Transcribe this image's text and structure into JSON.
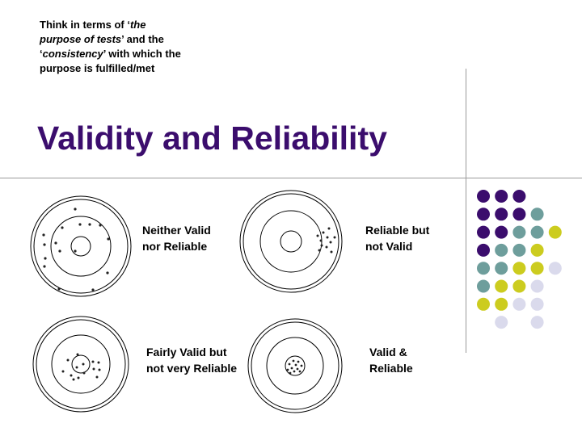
{
  "note": {
    "p1": "Think in terms of ‘",
    "em1": "the purpose of tests",
    "p2": "’ and the ‘",
    "em2": "consistency",
    "p3": "’ with which the purpose is fulfilled/met"
  },
  "title": "Validity and Reliability",
  "labels": {
    "neither": "Neither Valid nor Reliable",
    "reliable_not_valid": "Reliable but not Valid",
    "fairly_valid": "Fairly Valid but not very Reliable",
    "valid_reliable": "Valid & Reliable"
  },
  "colors": {
    "title": "#3b0d6d",
    "purple": "#3b0d6d",
    "teal": "#6e9e9c",
    "yellow": "#cccc1f",
    "lavender": "#dadaec",
    "rule": "#9a9a9a"
  },
  "decor_dots": [
    [
      "purple",
      "purple",
      "purple",
      null,
      null
    ],
    [
      "purple",
      "purple",
      "purple",
      "teal",
      null
    ],
    [
      "purple",
      "purple",
      "teal",
      "teal",
      "yellow"
    ],
    [
      "purple",
      "teal",
      "teal",
      "yellow",
      null
    ],
    [
      "teal",
      "teal",
      "yellow",
      "yellow",
      "lavender"
    ],
    [
      "teal",
      "yellow",
      "yellow",
      "lavender",
      null
    ],
    [
      "yellow",
      "yellow",
      "lavender",
      "lavender",
      null
    ],
    [
      null,
      "lavender",
      null,
      "lavender",
      null
    ]
  ]
}
